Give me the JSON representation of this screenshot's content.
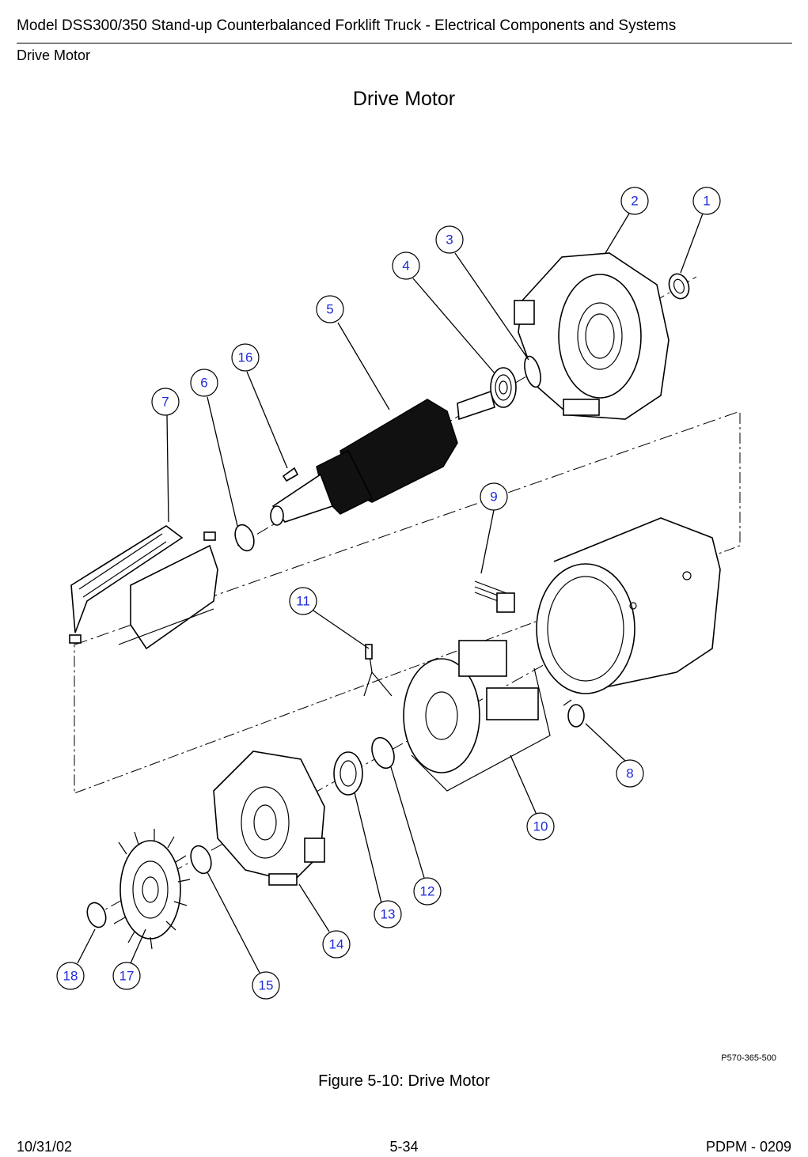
{
  "header": {
    "title": "Model DSS300/350 Stand-up Counterbalanced Forklift Truck - Electrical Components and Systems",
    "section": "Drive Motor"
  },
  "page_heading": "Drive Motor",
  "diagram": {
    "callouts": [
      "1",
      "2",
      "3",
      "4",
      "5",
      "6",
      "7",
      "8",
      "9",
      "10",
      "11",
      "12",
      "13",
      "14",
      "15",
      "16",
      "17",
      "18"
    ]
  },
  "reference_code": "P570-365-500",
  "caption": "Figure 5-10:  Drive Motor",
  "footer": {
    "date": "10/31/02",
    "page": "5-34",
    "doc_number": "PDPM - 0209"
  }
}
